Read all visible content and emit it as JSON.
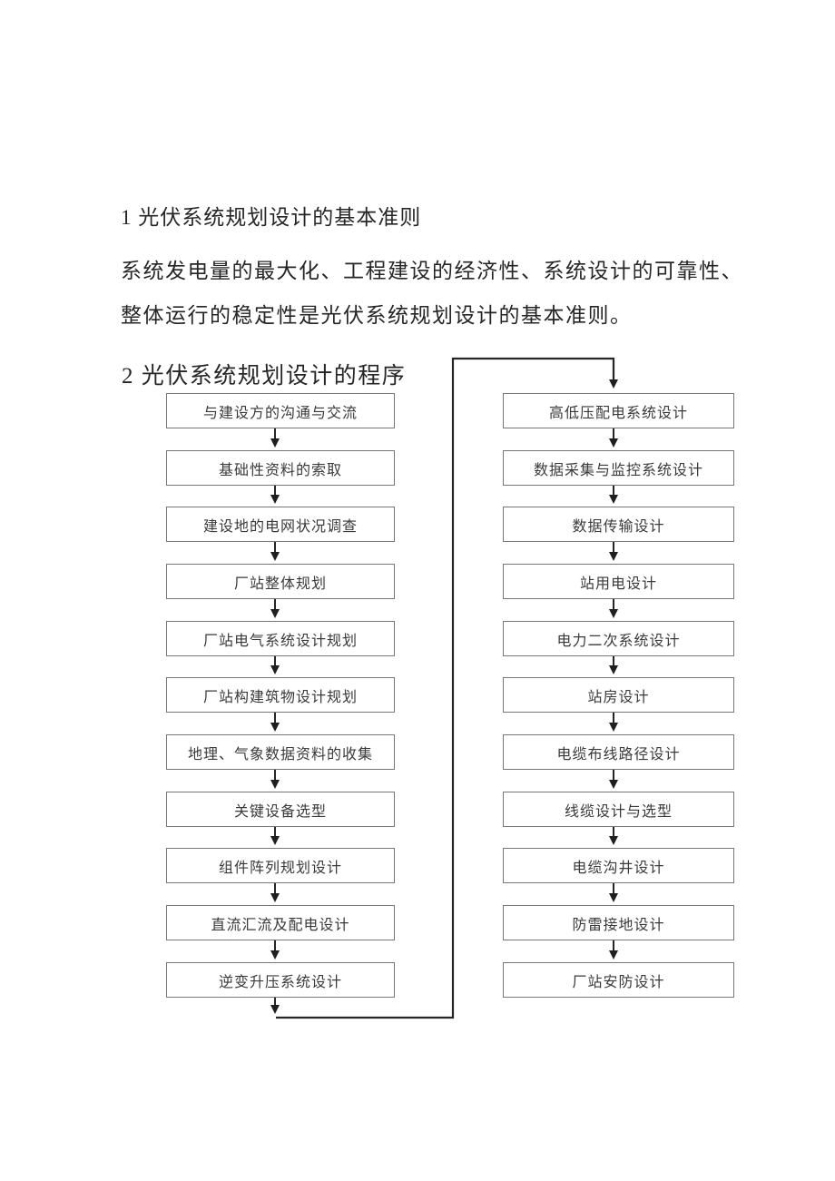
{
  "document": {
    "heading_1": "1 光伏系统规划设计的基本准则",
    "paragraph": {
      "line_1": "系统发电量的最大化、工程建设的经济性、系统设计的可靠性、",
      "line_2": "整体运行的稳定性是光伏系统规划设计的基本准则。"
    },
    "heading_2": "2 光伏系统规划设计的程序"
  },
  "flowchart": {
    "left_column": {
      "steps": [
        "与建设方的沟通与交流",
        "基础性资料的索取",
        "建设地的电网状况调查",
        "厂站整体规划",
        "厂站电气系统设计规划",
        "厂站构建筑物设计规划",
        "地理、气象数据资料的收集",
        "关键设备选型",
        "组件阵列规划设计",
        "直流汇流及配电设计",
        "逆变升压系统设计"
      ]
    },
    "right_column": {
      "steps": [
        "高低压配电系统设计",
        "数据采集与监控系统设计",
        "数据传输设计",
        "站用电设计",
        "电力二次系统设计",
        "站房设计",
        "电缆布线路径设计",
        "线缆设计与选型",
        "电缆沟井设计",
        "防雷接地设计",
        "厂站安防设计"
      ]
    },
    "colors": {
      "page_background": "#ffffff",
      "heading_text": "#262626",
      "box_border": "#767676",
      "box_text": "#3a3a3a",
      "connector_line": "#262626"
    }
  }
}
